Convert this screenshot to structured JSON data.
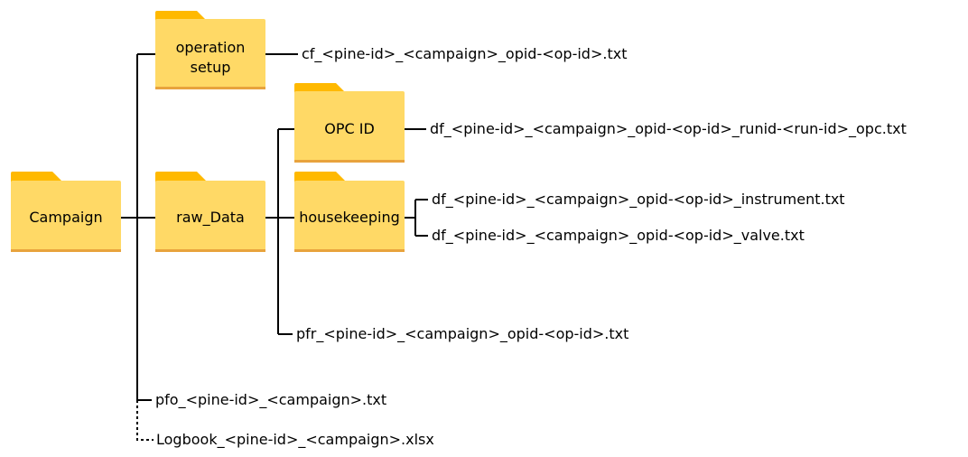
{
  "colors": {
    "folder_tab": "#FFB900",
    "folder_body": "#FFD966",
    "folder_bottom": "#E8A33D",
    "lines": "#000000"
  },
  "folders": {
    "campaign": {
      "label": "Campaign",
      "icon": "folder-icon"
    },
    "operation_setup": {
      "label_line1": "operation",
      "label_line2": "setup",
      "icon": "folder-icon"
    },
    "raw_data": {
      "label": "raw_Data",
      "icon": "folder-icon"
    },
    "opc_id": {
      "label": "OPC ID",
      "icon": "folder-icon"
    },
    "housekeeping": {
      "label": "housekeeping",
      "icon": "folder-icon"
    }
  },
  "files": {
    "cf": "cf_<pine-id>_<campaign>_opid-<op-id>.txt",
    "df_opc": "df_<pine-id>_<campaign>_opid-<op-id>_runid-<run-id>_opc.txt",
    "df_instrument": "df_<pine-id>_<campaign>_opid-<op-id>_instrument.txt",
    "df_valve": "df_<pine-id>_<campaign>_opid-<op-id>_valve.txt",
    "pfr": "pfr_<pine-id>_<campaign>_opid-<op-id>.txt",
    "pfo": "pfo_<pine-id>_<campaign>.txt",
    "logbook": "Logbook_<pine-id>_<campaign>.xlsx"
  }
}
